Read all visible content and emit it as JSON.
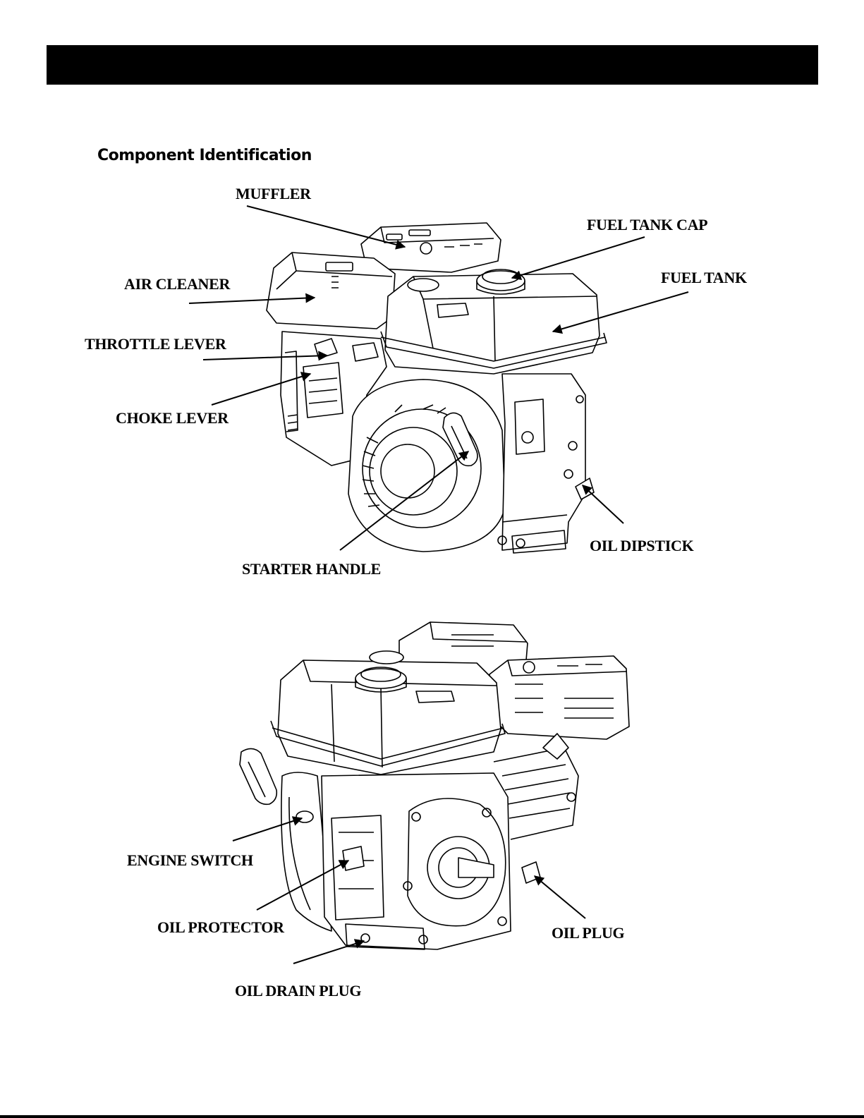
{
  "page": {
    "section_title": "Component Identification"
  },
  "colors": {
    "header_bar": "#000000",
    "line": "#000000",
    "background": "#ffffff"
  },
  "figure_top": {
    "labels": {
      "muffler": "MUFFLER",
      "fuel_tank_cap": "FUEL TANK CAP",
      "fuel_tank": "FUEL TANK",
      "air_cleaner": "AIR CLEANER",
      "throttle_lever": "THROTTLE LEVER",
      "choke_lever": "CHOKE LEVER",
      "oil_dipstick": "OIL DIPSTICK",
      "starter_handle": "STARTER HANDLE"
    }
  },
  "figure_bottom": {
    "labels": {
      "engine_switch": "ENGINE SWITCH",
      "oil_protector": "OIL PROTECTOR",
      "oil_plug": "OIL PLUG",
      "oil_drain_plug": "OIL DRAIN PLUG"
    }
  }
}
